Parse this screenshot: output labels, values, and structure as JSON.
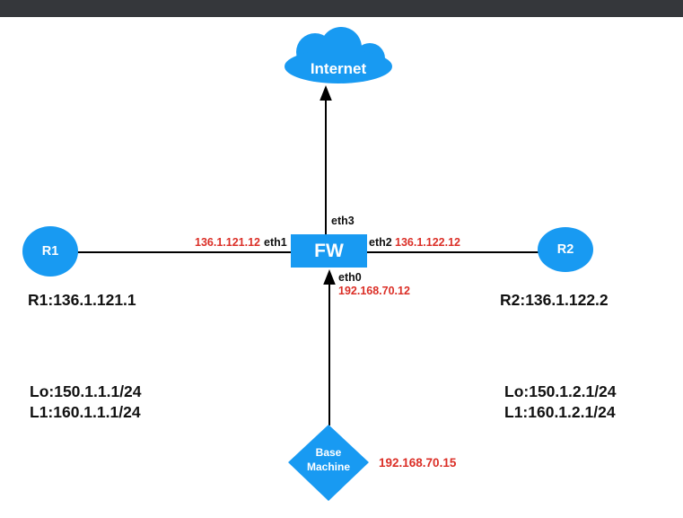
{
  "diagram": {
    "colors": {
      "node_blue": "#189af2",
      "ip_red": "#db2f27",
      "line_black": "#111111",
      "topbar_gray": "#35373b"
    },
    "nodes": {
      "internet": {
        "label": "Internet"
      },
      "fw": {
        "label": "FW"
      },
      "r1": {
        "label": "R1"
      },
      "r2": {
        "label": "R2"
      },
      "base_machine": {
        "label_line1": "Base",
        "label_line2": "Machine"
      }
    },
    "interfaces": {
      "eth0": "eth0",
      "eth1": "eth1",
      "eth2": "eth2",
      "eth3": "eth3"
    },
    "ips": {
      "fw_eth1": "136.1.121.12",
      "fw_eth2": "136.1.122.12",
      "fw_eth0": "192.168.70.12",
      "base_machine": "192.168.70.15"
    },
    "annotations": {
      "r1_ip": "R1:136.1.121.1",
      "r2_ip": "R2:136.1.122.2",
      "r1_lo": "Lo:150.1.1.1/24",
      "r1_l1": "L1:160.1.1.1/24",
      "r2_lo": "Lo:150.1.2.1/24",
      "r2_l1": "L1:160.1.2.1/24"
    }
  }
}
